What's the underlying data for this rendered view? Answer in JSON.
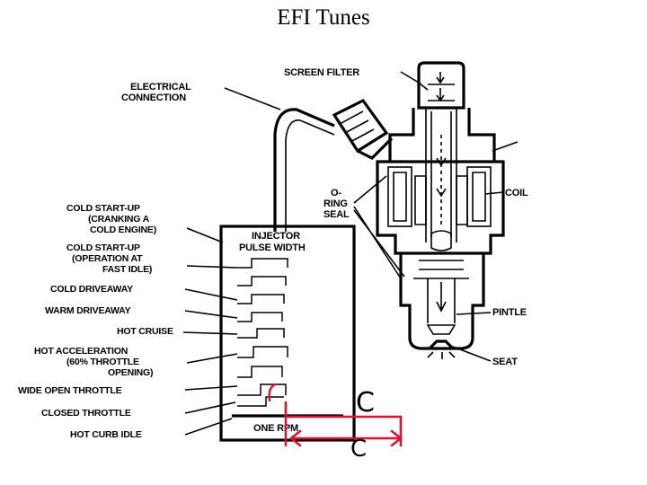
{
  "slide": {
    "title": "EFI Tunes"
  },
  "diagram": {
    "label_electrical_connection": [
      "ELECTRICAL",
      "CONNECTION"
    ],
    "label_screen_filter": "SCREEN FILTER",
    "label_o_ring_seal": [
      "O-",
      "RING",
      "SEAL"
    ],
    "label_coil": "COIL",
    "label_pintle": "PINTLE",
    "label_seat": "SEAT",
    "panel_title": [
      "INJECTOR",
      "PULSE WIDTH"
    ],
    "label_one_rpm": "ONE RPM",
    "conditions": [
      {
        "lines": [
          "COLD START-UP",
          "(CRANKING A",
          "COLD ENGINE)"
        ]
      },
      {
        "lines": [
          "COLD START-UP",
          "(OPERATION AT",
          "FAST IDLE)"
        ]
      },
      {
        "lines": [
          "COLD DRIVEAWAY"
        ]
      },
      {
        "lines": [
          "WARM DRIVEAWAY"
        ]
      },
      {
        "lines": [
          "HOT CRUISE"
        ]
      },
      {
        "lines": [
          "HOT ACCELERATION",
          "(60% THROTTLE",
          "OPENING)"
        ]
      },
      {
        "lines": [
          "WIDE OPEN THROTTLE"
        ]
      },
      {
        "lines": [
          "CLOSED THROTTLE"
        ]
      },
      {
        "lines": [
          "HOT CURB IDLE"
        ]
      }
    ],
    "annotation_letters": [
      "C",
      "C"
    ],
    "annotation_color": "#e01030"
  }
}
